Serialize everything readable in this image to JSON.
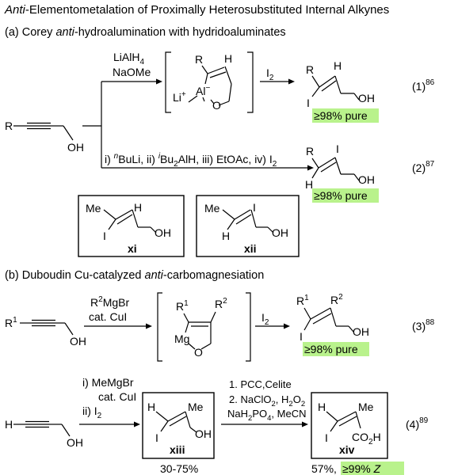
{
  "title": {
    "italic": "Anti",
    "rest": "-Elementometalation of Proximally Heterosubstituted Internal Alkynes"
  },
  "section_a": {
    "lead": "(a) Corey ",
    "italic": "anti",
    "rest": "-hydroalumination with hydridoaluminates"
  },
  "section_b": {
    "lead": "(b) Duboudin Cu-catalyzed ",
    "italic": "anti",
    "rest": "-carbomagnesiation"
  },
  "eq1": {
    "reagent_top": "LiAlH",
    "reagent_top_sub": "4",
    "reagent_bottom": "NaOMe",
    "step": "I",
    "step_sub": "2",
    "label": "(1)",
    "ref": "86",
    "purity": "≥98% pure"
  },
  "eq2": {
    "conditions": [
      "i) ",
      "n",
      "BuLi, ii) ",
      "i",
      "Bu",
      "2",
      "AlH, iii) EtOAc, iv) I",
      "2"
    ],
    "label": "(2)",
    "ref": "87",
    "purity": "≥98% pure"
  },
  "eq3": {
    "reagent_top": "R",
    "reagent_top_sup": "2",
    "reagent_top_rest": "MgBr",
    "reagent_bottom": "cat. CuI",
    "step": "I",
    "step_sub": "2",
    "label": "(3)",
    "ref": "88",
    "purity": "≥98% pure"
  },
  "eq4": {
    "reagents_left": [
      "i)  MeMgBr",
      "cat. CuI",
      "ii) I"
    ],
    "reagents_left_sub": "2",
    "reagents_right": [
      "1. PCC,Celite",
      "2. NaClO",
      "NaH"
    ],
    "label": "(4)",
    "ref": "89",
    "yield_left": "30-75%",
    "yield_right_prefix": "57%, ",
    "purity_right": "≥99% Z"
  },
  "compounds": {
    "xi": "xi",
    "xii": "xii",
    "xiii": "xiii",
    "xiv": "xiv"
  },
  "atoms": {
    "R": "R",
    "R1": "R",
    "R1_sup": "1",
    "R2_sup": "2",
    "H": "H",
    "I": "I",
    "OH": "OH",
    "O": "O",
    "Me": "Me",
    "Li": "Li",
    "Li_sup": "+",
    "Al": "Al",
    "Al_sup": "−",
    "Mg": "Mg",
    "CO2H": "CO",
    "CO2H_sub": "2",
    "CO2H_end": "H"
  },
  "colors": {
    "highlight": "#b9f28c"
  }
}
